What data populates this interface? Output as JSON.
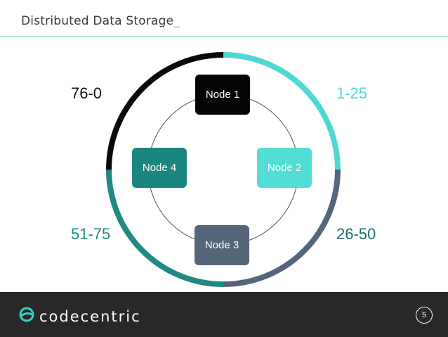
{
  "slide": {
    "title": "Distributed Data Storage",
    "title_cursor": "_",
    "page_number": "5"
  },
  "ring": {
    "segments": [
      {
        "range_label": "1-25",
        "color": "#4fd8d2",
        "label_color": "#4fd8d2"
      },
      {
        "range_label": "26-50",
        "color": "#55657a",
        "label_color": "#1d6f6a"
      },
      {
        "range_label": "51-75",
        "color": "#1e8a82",
        "label_color": "#1e8a82"
      },
      {
        "range_label": "76-0",
        "color": "#0a0a0a",
        "label_color": "#111111"
      }
    ]
  },
  "nodes": [
    {
      "label": "Node 1",
      "color": "#050505"
    },
    {
      "label": "Node 2",
      "color": "#52ddd6"
    },
    {
      "label": "Node 3",
      "color": "#55657a"
    },
    {
      "label": "Node 4",
      "color": "#1b867f"
    }
  ],
  "footer": {
    "brand": "codecentric",
    "logo_icon": "codecentric-logo-icon",
    "background": "#282828"
  }
}
